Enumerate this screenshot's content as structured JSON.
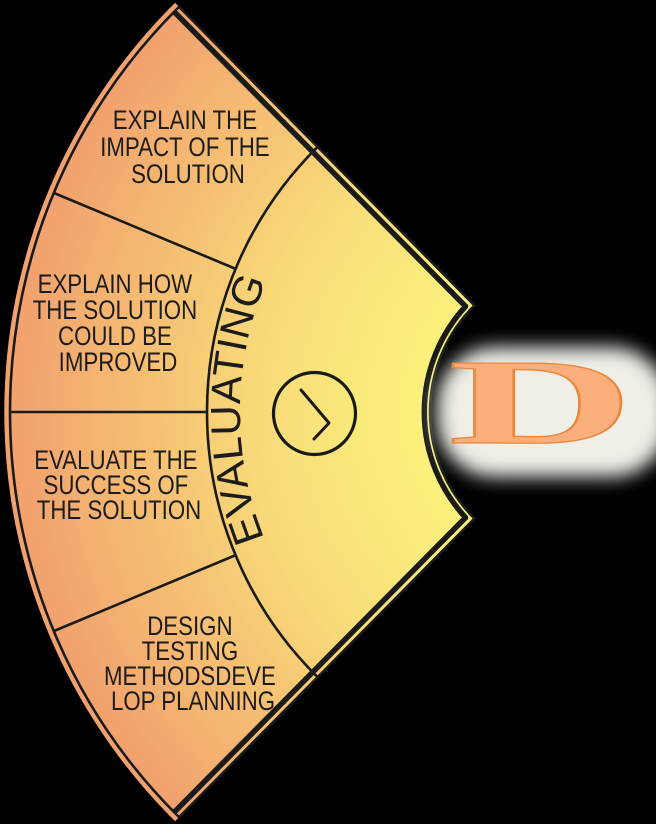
{
  "canvas": {
    "background": "#000000"
  },
  "fan": {
    "label": "EVALUATING",
    "segments": [
      {
        "lines": [
          "EXPLAIN THE",
          "IMPACT OF THE",
          "SOLUTION"
        ]
      },
      {
        "lines": [
          "EXPLAIN HOW",
          "THE SOLUTION",
          "COULD BE",
          "IMPROVED"
        ]
      },
      {
        "lines": [
          "EVALUATE THE",
          "SUCCESS OF",
          "THE SOLUTION"
        ]
      },
      {
        "lines": [
          "DESIGN",
          "TESTING",
          "METHODSDEVE",
          "LOP PLANNING"
        ]
      }
    ],
    "colors": {
      "gradient_inner": "#FDF781",
      "gradient_inner_mid": "#FBF07C",
      "gradient_mid": "#F9DC79",
      "gradient_outer_mid": "#F5BC73",
      "gradient_outer": "#F1A06E",
      "line": "#1A1A1A",
      "text": "#1C1C1C"
    }
  },
  "hub": {
    "letter": "D",
    "letter_fill": "#F9AE7B",
    "letter_stroke": "#E8883E",
    "glow": "#F7F6EF"
  }
}
